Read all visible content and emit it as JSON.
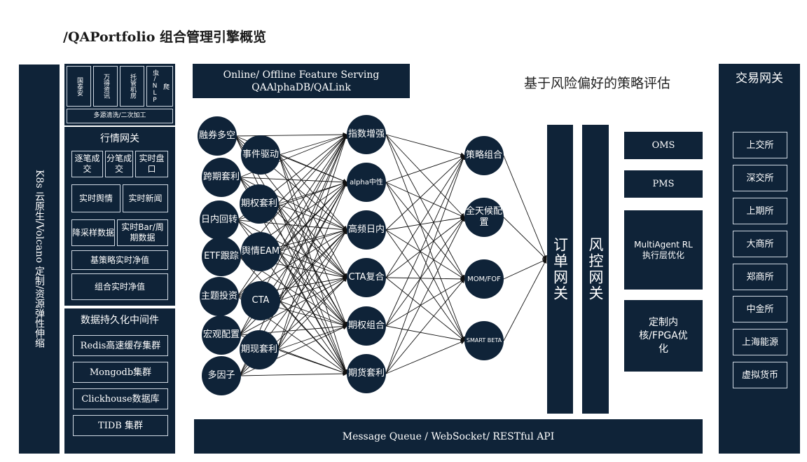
{
  "title": "/QAPortfolio 组合管理引擎概览",
  "subtitle": "基于风险偏好的策略评估",
  "left_bar": "K8s 云原生/Volcano 定制/资源弹性伸缩",
  "sources": [
    "国泰安",
    "万得资讯",
    "托管机房",
    "爬虫/NLP"
  ],
  "sources_footer": "多源清洗/二次加工",
  "market_gateway": {
    "title": "行情网关",
    "cells": [
      "逐笔成交",
      "分笔成交",
      "实时盘口",
      "实时舆情",
      "实时新闻",
      "降采样数据",
      "实时Bar/周期数据",
      "基策略实时净值",
      "组合实时净值"
    ]
  },
  "persistence": {
    "title": "数据持久化中间件",
    "items": [
      "Redis高速缓存集群",
      "Mongodb集群",
      "Clickhouse数据库",
      "TIDB 集群"
    ]
  },
  "feature_serving": {
    "line1": "Online/ Offline Feature Serving",
    "line2": "QAAlphaDB/QALink"
  },
  "col1": [
    "融券多空",
    "跨期套利",
    "日内回转",
    "ETF跟踪",
    "主题投资",
    "宏观配置",
    "多因子"
  ],
  "col2": [
    "事件驱动",
    "期权套利",
    "舆情EAM",
    "CTA",
    "期现套利"
  ],
  "col3": [
    "指数增强",
    "alpha中性",
    "高频日内",
    "CTA复合",
    "期权组合",
    "期货套利"
  ],
  "col4": [
    "策略组合",
    "全天候配置",
    "MOM/FOF",
    "SMART BETA"
  ],
  "order_gateway": "订单网关",
  "risk_gateway": "风控网关",
  "right_boxes": [
    "OMS",
    "PMS",
    "MultiAgent RL执行层优化",
    "定制内核/FPGA优化"
  ],
  "message_queue": "Message Queue / WebSocket/ RESTful API",
  "exchange": {
    "title": "交易网关",
    "items": [
      "上交所",
      "深交所",
      "上期所",
      "大商所",
      "郑商所",
      "中金所",
      "上海能源",
      "虚拟货币"
    ]
  },
  "colors": {
    "dark": "#0f2338",
    "border": "#cfd8e2",
    "line": "#111111"
  }
}
